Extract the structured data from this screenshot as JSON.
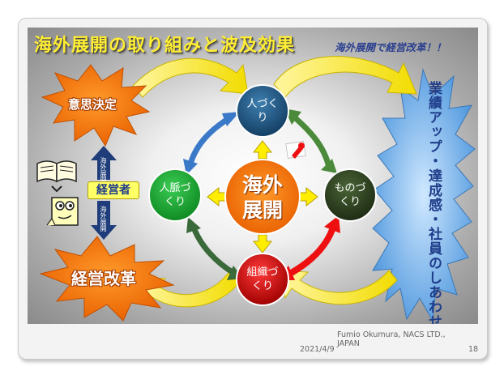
{
  "slide": {
    "title": "海外展開の取り組みと波及効果",
    "slogan": "海外展開で経営改革！！",
    "center": {
      "line1": "海外",
      "line2": "展開"
    },
    "nodes": {
      "people": {
        "line1": "人づく",
        "line2": "り",
        "color": "#1b4f7a"
      },
      "things": {
        "line1": "ものづ",
        "line2": "くり",
        "color": "#2b3d1e"
      },
      "organization": {
        "line1": "組織づ",
        "line2": "くり",
        "color": "#c00000"
      },
      "network": {
        "line1": "人脈づ",
        "line2": "くり",
        "color": "#17a02e"
      }
    },
    "decision": "意思決定",
    "reform": "経営改革",
    "manager": "経営者",
    "vertical_label_top": "海外展開",
    "vertical_label_bottom": "海外展開",
    "outcome": "業績アップ・達成感・社員のしあわせ"
  },
  "footer": {
    "date": "2021/4/9",
    "author_line1": "Fumio Okumura, NACS LTD.,",
    "author_line2": "JAPAN",
    "page": "18"
  },
  "colors": {
    "burst": "#f07a00",
    "outcome_burst": "#5aa0e0",
    "yellow_arrow": "#f2e400",
    "center": "#f06a00"
  },
  "icons": [
    "book-icon",
    "reader-person-icon",
    "pin-icon"
  ]
}
